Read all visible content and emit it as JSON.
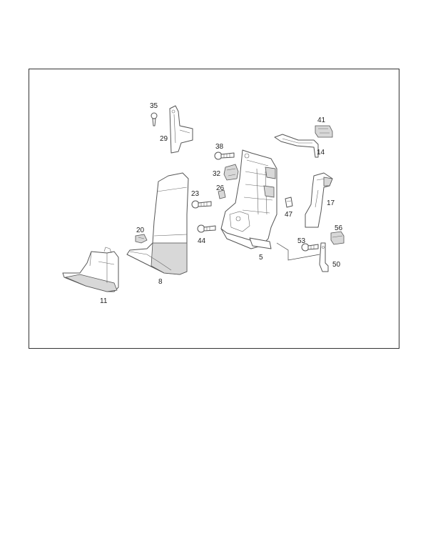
{
  "callouts": {
    "c35": "35",
    "c29": "29",
    "c41": "41",
    "c14": "14",
    "c38": "38",
    "c32": "32",
    "c26": "26",
    "c23": "23",
    "c47": "47",
    "c17": "17",
    "c20": "20",
    "c44": "44",
    "c56": "56",
    "c53": "53",
    "c5": "5",
    "c50": "50",
    "c8": "8",
    "c11": "11"
  }
}
